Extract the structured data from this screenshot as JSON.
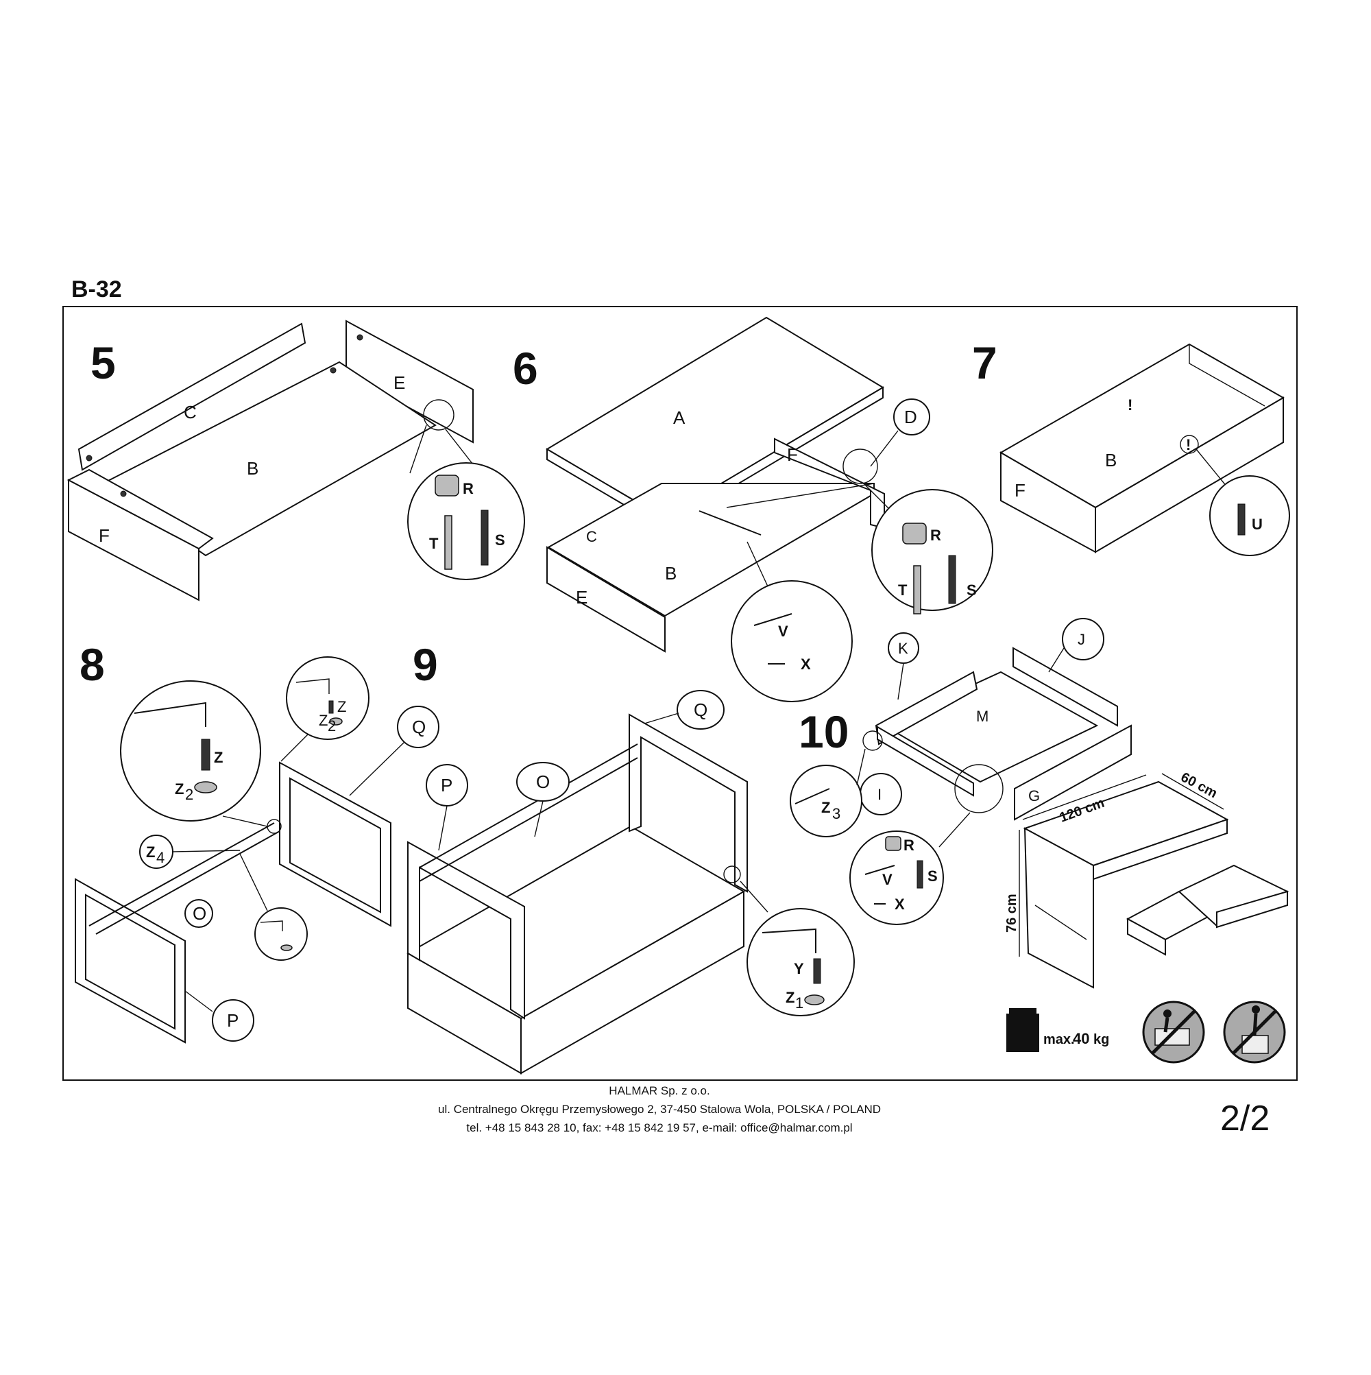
{
  "document": {
    "model": "B-32",
    "page_number": "2/2"
  },
  "steps": [
    {
      "number": "5",
      "parts": [
        "C",
        "E",
        "B",
        "F"
      ],
      "hardware": [
        "R",
        "T",
        "S"
      ]
    },
    {
      "number": "6",
      "parts": [
        "A",
        "D",
        "F",
        "C",
        "B",
        "E"
      ],
      "hardware": [
        "R",
        "T",
        "S",
        "V",
        "X"
      ]
    },
    {
      "number": "7",
      "parts": [
        "B",
        "F"
      ],
      "hardware": [
        "U"
      ],
      "warning_symbol": "!"
    },
    {
      "number": "8",
      "parts": [
        "Q",
        "O",
        "P"
      ],
      "hardware": [
        "Z",
        "Z",
        "Z",
        "Z"
      ],
      "subscripts": [
        "2",
        "2",
        "4"
      ]
    },
    {
      "number": "9",
      "parts": [
        "Q",
        "P",
        "O"
      ],
      "hardware": [
        "Y",
        "Z"
      ],
      "subscripts": [
        "1"
      ]
    },
    {
      "number": "10",
      "parts": [
        "K",
        "J",
        "M",
        "I",
        "G"
      ],
      "hardware": [
        "Z",
        "R",
        "V",
        "S",
        "X"
      ],
      "subscripts": [
        "3"
      ]
    }
  ],
  "dimensions": {
    "width": "120 cm",
    "depth": "60 cm",
    "height": "76 cm"
  },
  "load": {
    "prefix": "max.",
    "value": "40",
    "unit": "kg"
  },
  "footer": {
    "company": "HALMAR Sp. z o.o.",
    "address": "ul. Centralnego Okręgu Przemysłowego 2, 37-450 Stalowa Wola, POLSKA / POLAND",
    "contact": "tel. +48 15 843 28 10, fax: +48 15 842 19 57, e-mail: office@halmar.com.pl"
  },
  "icons": [
    "weight-icon",
    "no-climbing-icon",
    "no-standing-icon",
    "allen-key-icon",
    "screw-icon",
    "washer-icon",
    "dowel-icon",
    "cam-lock-icon",
    "drawer-runner-icon"
  ]
}
